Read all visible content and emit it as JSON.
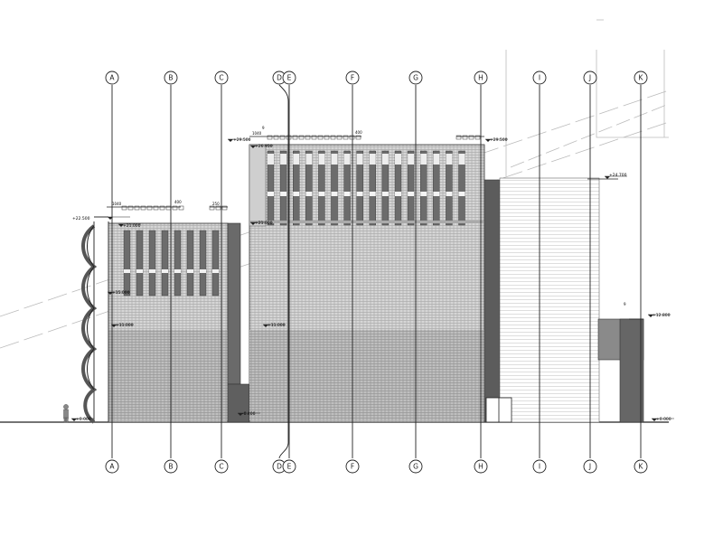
{
  "drawing": {
    "grid_axes": [
      "A",
      "B",
      "C",
      "D",
      "E",
      "F",
      "G",
      "H",
      "I",
      "J",
      "K"
    ],
    "level_labels": {
      "roof_high": "+29.500",
      "roof_high_inner": "+26.950",
      "roof_low": "+22.500",
      "roof_low_inner": "+21.000",
      "mid_left": "+15.000",
      "mid_right": "+11.000",
      "first_floor": "+11.000",
      "ground_left": "+0.000",
      "ground_right": "+0.000",
      "base_step": "-0.400",
      "east_neighbor": "+24.700",
      "annex": "+12.800"
    },
    "dim_labels": [
      "1040",
      "400",
      "250",
      "9",
      "400"
    ]
  }
}
